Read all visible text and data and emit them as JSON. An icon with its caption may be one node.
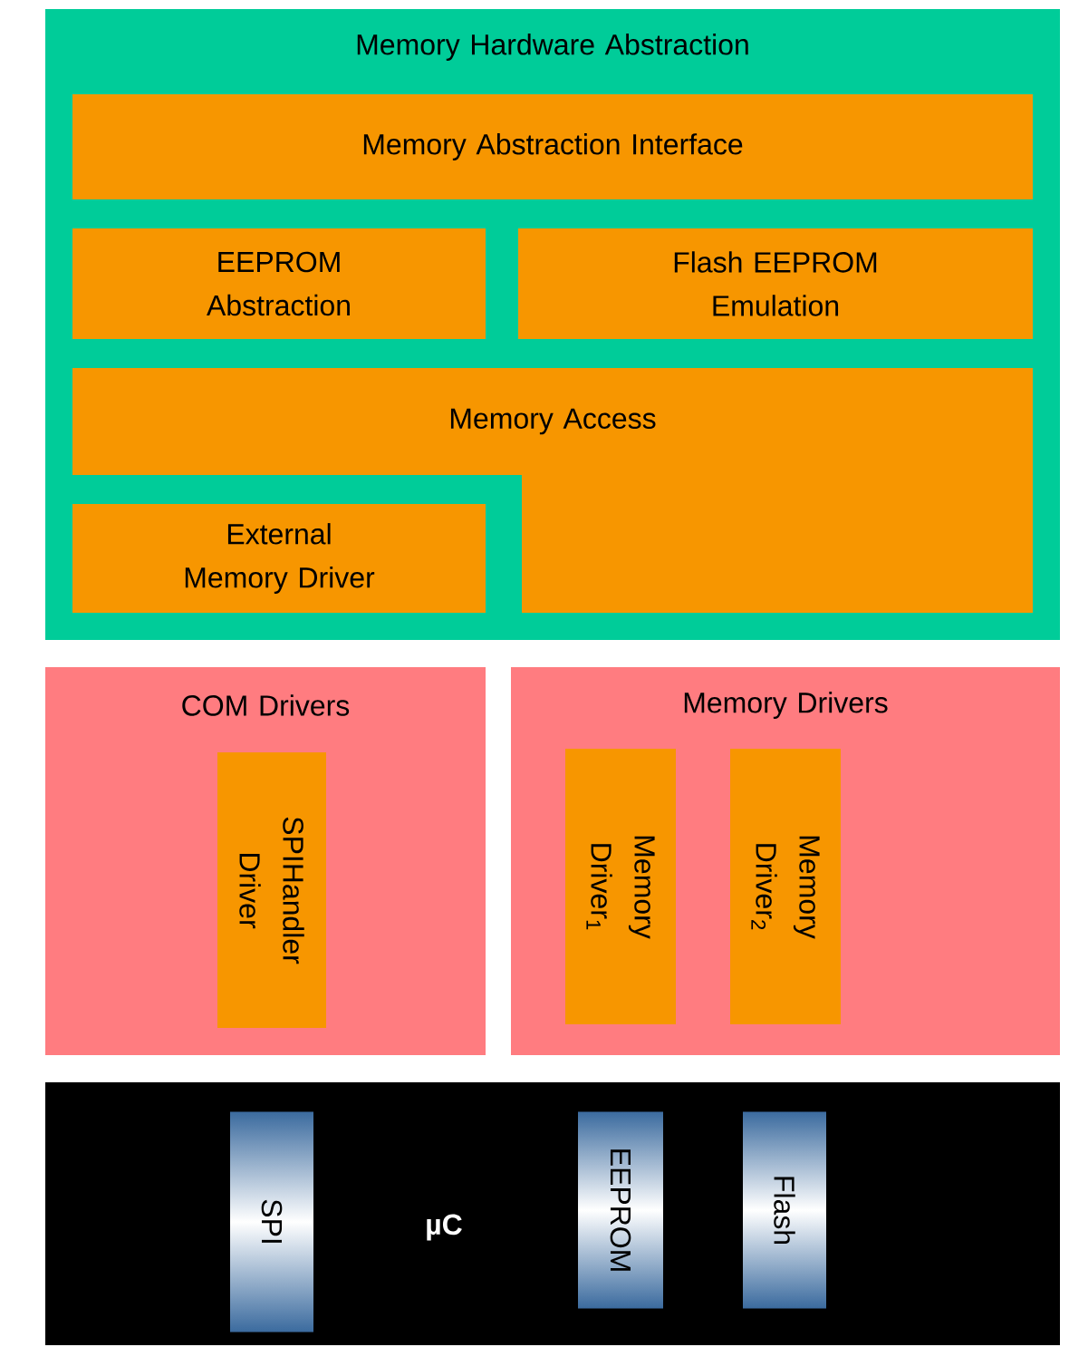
{
  "diagram": {
    "nodes": [
      {
        "text": [
          "Memory Hardware Abstraction"
        ]
      },
      {
        "text": [
          "Memory Abstraction Interface"
        ],
        "in": 0
      },
      {
        "text": [
          "EEPROM Abstraction"
        ],
        "in": 0
      },
      {
        "text": [
          "Flash EEPROM Emulation"
        ],
        "in": 0
      },
      {
        "text": [
          "Memory Access"
        ],
        "in": 0
      },
      {
        "text": [
          "External Memory Driver"
        ],
        "in": 0
      },
      {
        "text": [],
        "shape": "box",
        "in": 0
      },
      {
        "text": [
          "COM Drivers"
        ]
      },
      {
        "text": [
          "SPIHandler Driver"
        ],
        "in": 7
      },
      {
        "text": [
          "Memory Drivers"
        ]
      },
      {
        "text": [
          "Memory Driver$_{1}$"
        ],
        "in": 9
      },
      {
        "text": [
          "Memory Driver$_{2}$"
        ],
        "in": 9
      },
      {
        "text": [
          "µC"
        ]
      },
      {
        "text": [
          "SPI"
        ],
        "in": 12
      },
      {
        "text": [
          "EEPROM"
        ],
        "in": 12
      },
      {
        "text": [
          "Flash"
        ],
        "in": 12
      }
    ],
    "edges": []
  }
}
